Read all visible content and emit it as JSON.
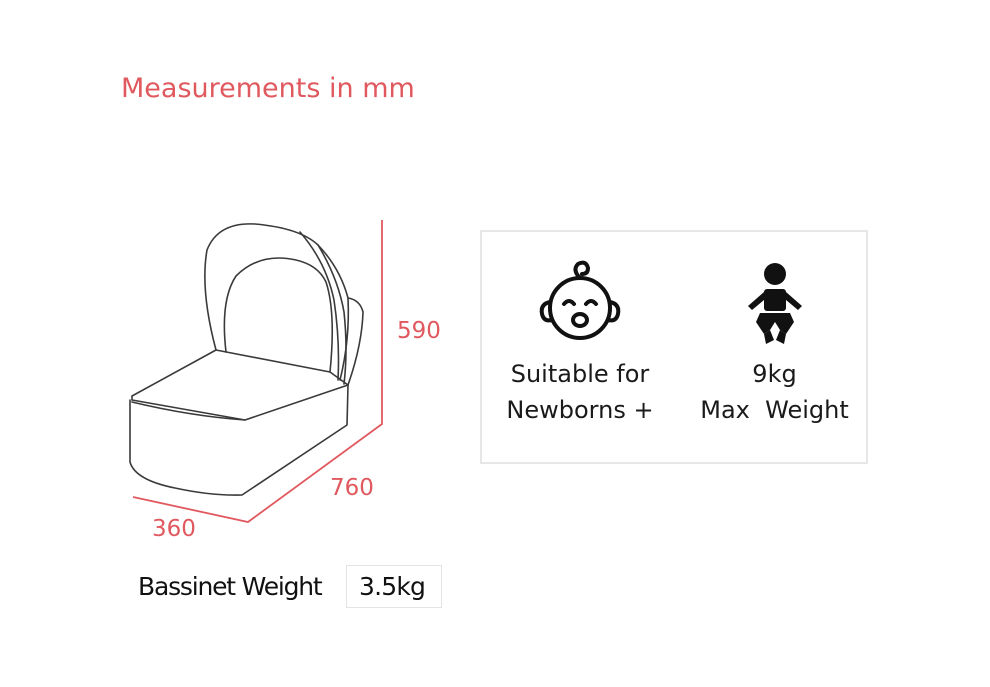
{
  "heading": "Measurements in mm",
  "dimensions": {
    "height": "590",
    "depth": "760",
    "width": "360"
  },
  "features": [
    {
      "icon": "baby-face-icon",
      "line1": "Suitable for",
      "line2": "Newborns +"
    },
    {
      "icon": "baby-figure-icon",
      "line1": "9kg",
      "line2": "Max  Weight"
    }
  ],
  "bassinet_weight": {
    "label": "Bassinet Weight",
    "value": "3.5kg"
  },
  "colors": {
    "accent": "#e0595f",
    "outline": "#3a3a3a",
    "box_border": "#e7e7e7"
  }
}
